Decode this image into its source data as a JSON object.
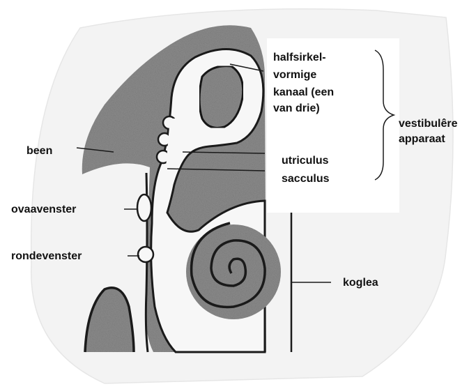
{
  "labels": {
    "been": "been",
    "ovaavenster": "ovaavenster",
    "rondevenster": "rondevenster",
    "halfsirkel_1": "halfsirkel-",
    "halfsirkel_2": "vormige",
    "halfsirkel_3": "kanaal (een",
    "halfsirkel_4": "van drie)",
    "utriculus": "utriculus",
    "sacculus": "sacculus",
    "vestibulere_1": "vestibulêre",
    "vestibulere_2": "apparaat",
    "koglea": "koglea"
  },
  "colors": {
    "bone_fill": "#8c8c8c",
    "canal_fill": "#f7f7f7",
    "paper": "#f3f3f3",
    "outline": "#1a1a1a"
  }
}
